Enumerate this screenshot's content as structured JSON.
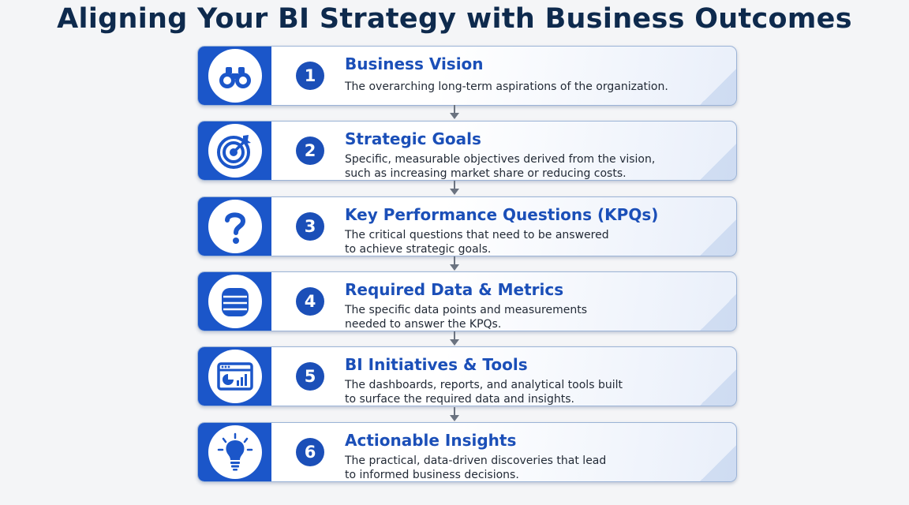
{
  "title": "Aligning Your BI Strategy with Business Outcomes",
  "colors": {
    "primary": "#1b56c9",
    "badge": "#1b4fb8",
    "title_text": "#0e2a4d",
    "card_border": "#9bb3d6",
    "arrow": "#6b7380"
  },
  "steps": [
    {
      "number": "1",
      "icon": "binoculars-icon",
      "title": "Business Vision",
      "description": [
        "The overarching long-term aspirations of the organization."
      ]
    },
    {
      "number": "2",
      "icon": "target-icon",
      "title": "Strategic Goals",
      "description": [
        "Specific, measurable objectives derived from the vision,",
        "such as increasing market share or reducing costs."
      ]
    },
    {
      "number": "3",
      "icon": "question-mark-icon",
      "title": "Key Performance Questions (KPQs)",
      "description": [
        "The critical questions that need to be answered",
        "to achieve strategic goals."
      ]
    },
    {
      "number": "4",
      "icon": "database-icon",
      "title": "Required Data & Metrics",
      "description": [
        "The specific data points and measurements",
        "needed to answer the KPQs."
      ]
    },
    {
      "number": "5",
      "icon": "dashboard-icon",
      "title": "BI Initiatives & Tools",
      "description": [
        "The dashboards, reports, and analytical tools built",
        "to surface the required data and insights."
      ]
    },
    {
      "number": "6",
      "icon": "lightbulb-icon",
      "title": "Actionable Insights",
      "description": [
        "The practical, data-driven discoveries that lead",
        "to informed business decisions."
      ]
    }
  ]
}
